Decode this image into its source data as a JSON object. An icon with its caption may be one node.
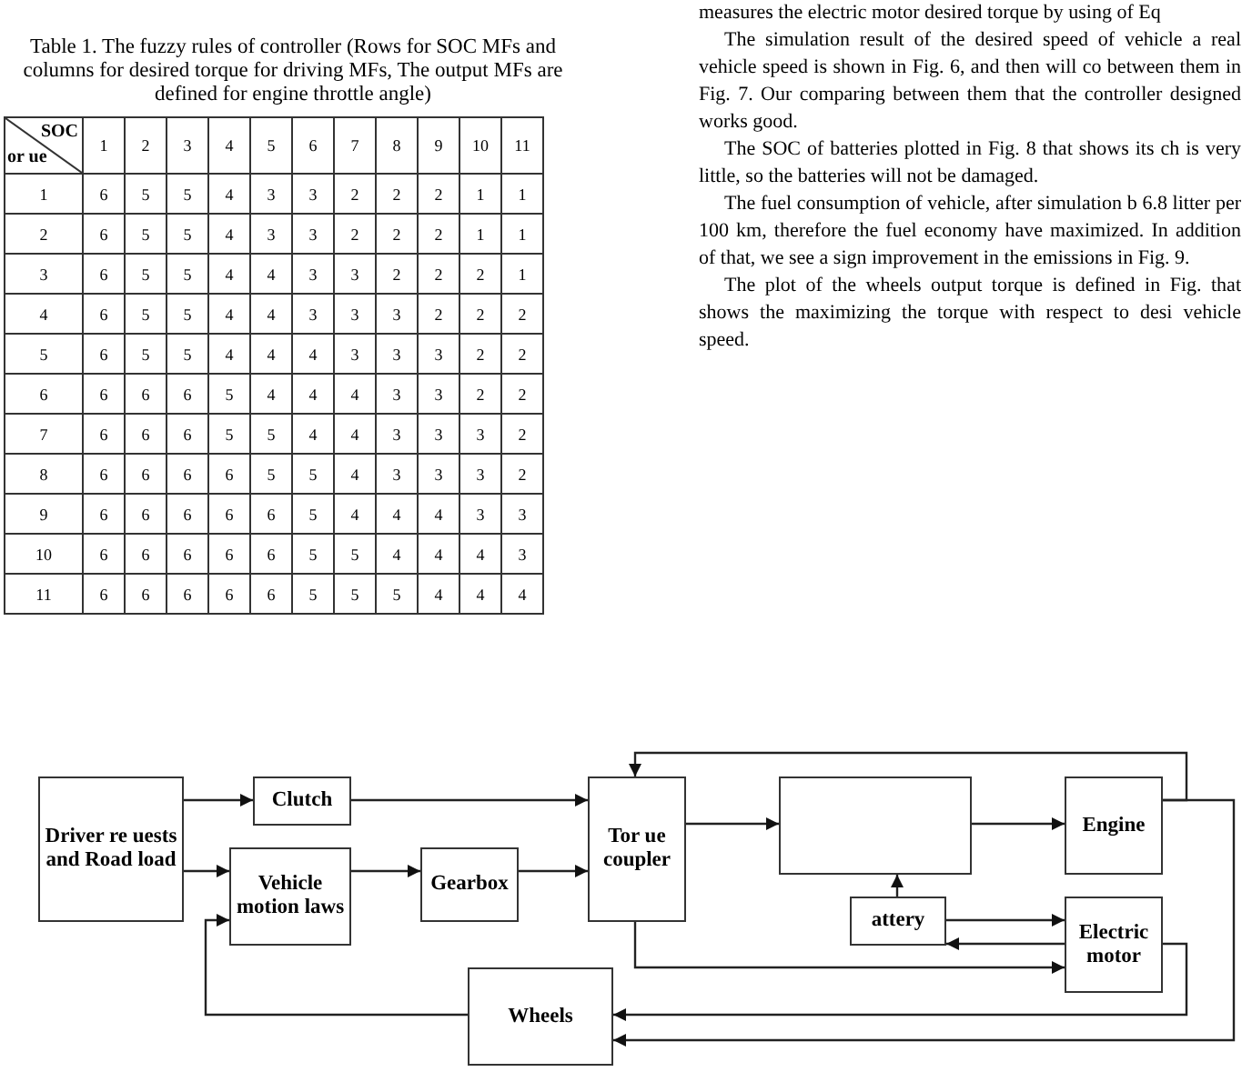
{
  "diagram": {
    "nodes": [
      {
        "text": [
          "Driver re uests and Road load"
        ]
      },
      {
        "text": [
          "Clutch"
        ]
      },
      {
        "text": [
          "Vehicle motion laws"
        ]
      },
      {
        "text": [
          "Gearbox"
        ]
      },
      {
        "text": [
          "Tor ue coupler"
        ]
      },
      {
        "text": [],
        "shape": "box"
      },
      {
        "text": [
          "Engine"
        ]
      },
      {
        "text": [
          "attery"
        ]
      },
      {
        "text": [
          "Electric motor"
        ]
      },
      {
        "text": [
          "Wheels"
        ]
      }
    ],
    "edges": [
      {
        "from": 0,
        "to": 1,
        "arrow": "to"
      },
      {
        "from": 0,
        "to": 2,
        "arrow": "to"
      },
      {
        "from": 1,
        "to": 4,
        "arrow": "to"
      },
      {
        "from": 2,
        "to": 3,
        "arrow": "to"
      },
      {
        "from": 3,
        "to": 4,
        "arrow": "to"
      },
      {
        "from": 4,
        "to": 5,
        "arrow": "to"
      },
      {
        "from": 5,
        "to": 6,
        "arrow": "to"
      },
      {
        "from": 7,
        "to": 5,
        "arrow": "to"
      },
      {
        "from": 7,
        "to": 8,
        "arrow": "to"
      },
      {
        "from": 8,
        "to": 7,
        "arrow": "to"
      },
      {
        "from": 4,
        "to": 8,
        "arrow": "to"
      },
      {
        "from": 6,
        "to": 4,
        "arrow": "to"
      },
      {
        "from": 6,
        "to": 9,
        "arrow": "to"
      },
      {
        "from": 8,
        "to": 9,
        "arrow": "to"
      },
      {
        "from": 9,
        "to": 2,
        "arrow": "to"
      }
    ],
    "labels": [
      "Table 1. The fuzzy rules of controller (Rows for SOC MFs  and columns for desired torque for driving MFs, The output MFs are defined for engine throttle angle)",
      "SOC",
      "or ue",
      "1",
      "2",
      "3",
      "4",
      "5",
      "6",
      "7",
      "8",
      "9",
      "10",
      "11",
      "1",
      "6",
      "5",
      "5",
      "4",
      "3",
      "3",
      "2",
      "2",
      "2",
      "1",
      "1",
      "2",
      "6",
      "5",
      "5",
      "4",
      "3",
      "3",
      "2",
      "2",
      "2",
      "1",
      "1",
      "3",
      "6",
      "5",
      "5",
      "4",
      "4",
      "3",
      "3",
      "2",
      "2",
      "2",
      "1",
      "4",
      "6",
      "5",
      "5",
      "4",
      "4",
      "3",
      "3",
      "3",
      "2",
      "2",
      "2",
      "5",
      "6",
      "5",
      "5",
      "4",
      "4",
      "4",
      "3",
      "3",
      "3",
      "2",
      "2",
      "6",
      "6",
      "6",
      "6",
      "5",
      "4",
      "4",
      "4",
      "3",
      "3",
      "2",
      "2",
      "7",
      "6",
      "6",
      "6",
      "5",
      "5",
      "4",
      "4",
      "3",
      "3",
      "3",
      "2",
      "8",
      "6",
      "6",
      "6",
      "6",
      "5",
      "5",
      "4",
      "3",
      "3",
      "3",
      "2",
      "9",
      "6",
      "6",
      "6",
      "6",
      "6",
      "5",
      "4",
      "4",
      "4",
      "3",
      "3",
      "10",
      "6",
      "6",
      "6",
      "6",
      "6",
      "5",
      "5",
      "4",
      "4",
      "4",
      "3",
      "11",
      "6",
      "6",
      "6",
      "6",
      "6",
      "5",
      "5",
      "5",
      "4",
      "4",
      "4",
      "measures the electric motor desired torque by using of Eq",
      "The simulation result of the desired speed of vehicle a real vehicle speed is shown in Fig. 6, and then will co between them in Fig. 7. Our comparing between them that the controller designed works good.",
      "The SOC of batteries plotted in Fig. 8 that shows its ch is very little, so the batteries will not be damaged.",
      "The fuel consumption of vehicle, after simulation b 6.8 litter per 100 km, therefore the fuel economy have maximized. In addition of that, we see a sign improvement in the emissions in Fig. 9.",
      "The plot of the wheels output torque is defined in Fig. that shows the maximizing the torque with respect to desi vehicle speed."
    ]
  }
}
